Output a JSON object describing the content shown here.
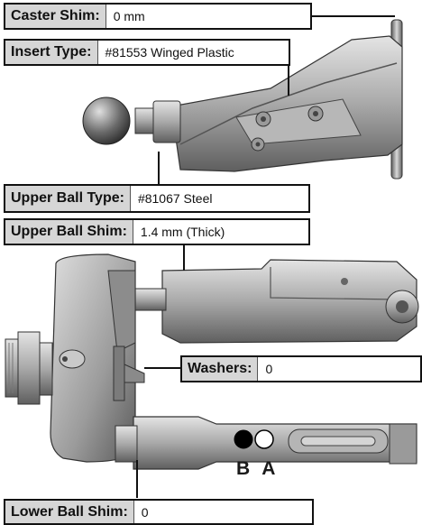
{
  "callouts": {
    "caster_shim": {
      "label": "Caster Shim:",
      "value": "0 mm"
    },
    "insert_type": {
      "label": "Insert Type:",
      "value": "#81553 Winged Plastic"
    },
    "upper_ball_type": {
      "label": "Upper Ball Type:",
      "value": "#81067 Steel"
    },
    "upper_ball_shim": {
      "label": "Upper Ball Shim:",
      "value": "1.4 mm (Thick)"
    },
    "washers": {
      "label": "Washers:",
      "value": "0"
    },
    "lower_ball_shim": {
      "label": "Lower Ball Shim:",
      "value": "0"
    }
  },
  "hole_labels": "B A",
  "colors": {
    "metal_light": "#c9c9c9",
    "metal_dark": "#6e6e6e",
    "label_bg": "#d6d6d6",
    "outline": "#111111"
  }
}
